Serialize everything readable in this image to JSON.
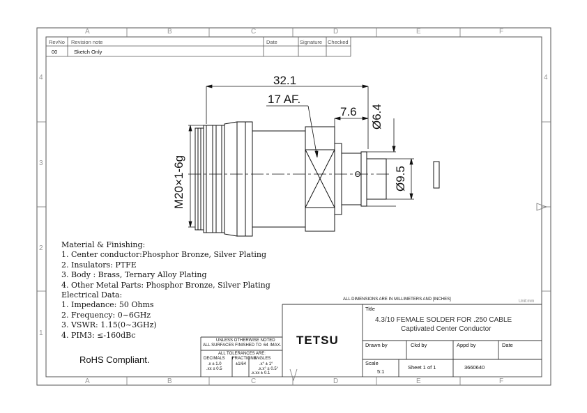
{
  "revision_table": {
    "headers": {
      "rev_no": "RevNo",
      "revision_note": "Revision note",
      "date": "Date",
      "signature": "Signature",
      "checked": "Checked"
    },
    "rows": [
      {
        "rev_no": "00",
        "note": "Sketch Only"
      }
    ]
  },
  "grid_labels": {
    "columns": [
      "A",
      "B",
      "C",
      "D",
      "E",
      "F"
    ],
    "rows_left": [
      "4",
      "3",
      "2",
      "1"
    ],
    "rows_right": [
      "4"
    ]
  },
  "dimensions": {
    "overall_length": "32.1",
    "hex_af": "17 AF.",
    "rear_length": "7.6",
    "conductor_dia": "Ø6.4",
    "sleeve_dia": "Ø9.5",
    "thread": "M20×1-6g"
  },
  "notes": {
    "lines": [
      "Material & Finishing:",
      "1. Center conductor:Phosphor Bronze, Silver Plating",
      "2. Insulators: PTFE",
      "3. Body : Brass, Ternary Alloy Plating",
      "4. Other Metal Parts: Phosphor Bronze, Silver Plating",
      "Electrical Data:",
      "1. Impedance: 50 Ohms",
      "2. Frequency: 0~6GHz",
      "3. VSWR:    1.15(0~3GHz)",
      "4. PIM3:     ≤-160dBc"
    ],
    "rohs": "RoHS Compliant."
  },
  "title_block": {
    "dimensions_note": "ALL DIMENSIONS ARE IN MILLIMETERS AND [INCHES]",
    "unit": "Unit:mm",
    "title_label": "Title",
    "title_line1": "4.3/10 FEMALE SOLDER FOR .250 CABLE",
    "title_line2": "Captivated Center Conductor",
    "company": "TETSU",
    "drawn_by": "Drawn by",
    "ckd_by": "Ckd by",
    "appd_by": "Appd by",
    "date": "Date",
    "scale_label": "Scale",
    "scale_value": "5:1",
    "sheet": "Sheet 1 of 1",
    "part_number": "3660640"
  },
  "tolerances": {
    "line1": "UNLESS OTHERWISE NOTED",
    "line2": "ALL SURFACES FINISHED TO",
    "finish_value": "64",
    "finish_unit": "/MAX.",
    "header": "ALL TOLERANCES ARE:",
    "decimals_label": "DECIMALS",
    "fractions_label": "FRACTIONS",
    "angles_label": "ANGLES",
    "dec1": ".x ± 1.0",
    "dec2": ".xx ± 0.5",
    "dec3": ".x.xx ± 0.1",
    "frac": "±1/64",
    "ang1": ".x° ± 1°",
    "ang2": ".x.x° ± 0.5°"
  }
}
